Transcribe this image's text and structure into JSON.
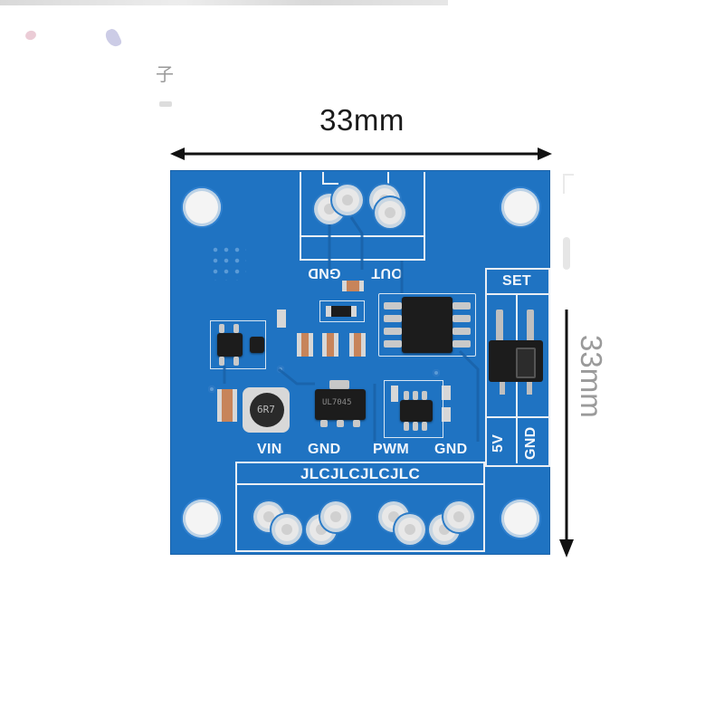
{
  "dimensions": {
    "width_label": "33mm",
    "height_label": "33mm"
  },
  "background_text": {
    "cjk_glyph": "子"
  },
  "board": {
    "color": "#1f73c2",
    "banner_text": "JLCJLCJLCJLC",
    "top_terminal_labels": [
      "GND",
      "OUT"
    ],
    "jumper_header": "SET",
    "jumper_options": [
      "5V",
      "GND"
    ],
    "bottom_terminal_labels": [
      "VIN",
      "GND",
      "PWM",
      "GND"
    ],
    "component_marks": {
      "inductor": "6R7",
      "regulator": "UL7045"
    }
  }
}
